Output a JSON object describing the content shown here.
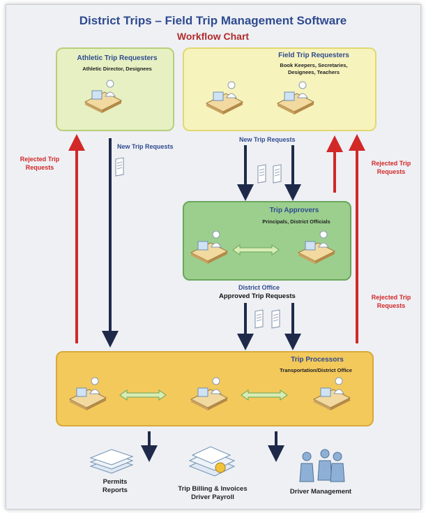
{
  "header": {
    "title": "District Trips – Field Trip Management Software",
    "subtitle": "Workflow Chart"
  },
  "boxes": {
    "athletic": {
      "title": "Athletic Trip Requesters",
      "subtitle": "Athletic Director, Designees"
    },
    "field": {
      "title": "Field Trip Requesters",
      "subtitle_line1": "Book Keepers, Secretaries,",
      "subtitle_line2": "Designees, Teachers"
    },
    "approvers": {
      "title": "Trip Approvers",
      "subtitle": "Principals, District Officials"
    },
    "processors": {
      "title": "Trip Processors",
      "subtitle": "Transportation/District Office"
    }
  },
  "labels": {
    "new_requests_left": "New Trip Requests",
    "new_requests_right": "New Trip Requests",
    "district_office": "District Office",
    "approved_requests": "Approved Trip Requests",
    "rejected_left_1": "Rejected Trip",
    "rejected_left_2": "Requests",
    "rejected_right_top_1": "Rejected Trip",
    "rejected_right_top_2": "Requests",
    "rejected_right_bottom_1": "Rejected Trip",
    "rejected_right_bottom_2": "Requests"
  },
  "outputs": {
    "permits": {
      "line1": "Permits",
      "line2": "Reports"
    },
    "billing": {
      "line1": "Trip Billing & Invoices",
      "line2": "Driver Payroll"
    },
    "drivers": {
      "line1": "Driver Management"
    }
  },
  "colors": {
    "title_blue": "#2f4a8f",
    "subtitle_red": "#b12b2b",
    "arrow_dark": "#1f2a4a",
    "arrow_red": "#d22828",
    "athletic_fill": "#e6f0c2",
    "field_fill": "#f7f3bd",
    "approvers_fill": "#9ccf8e",
    "processors_fill": "#f3c95c"
  },
  "icons": [
    "person-at-desk-icon",
    "document-icon",
    "double-arrow-icon",
    "report-stack-icon",
    "billing-icon",
    "drivers-icon"
  ]
}
